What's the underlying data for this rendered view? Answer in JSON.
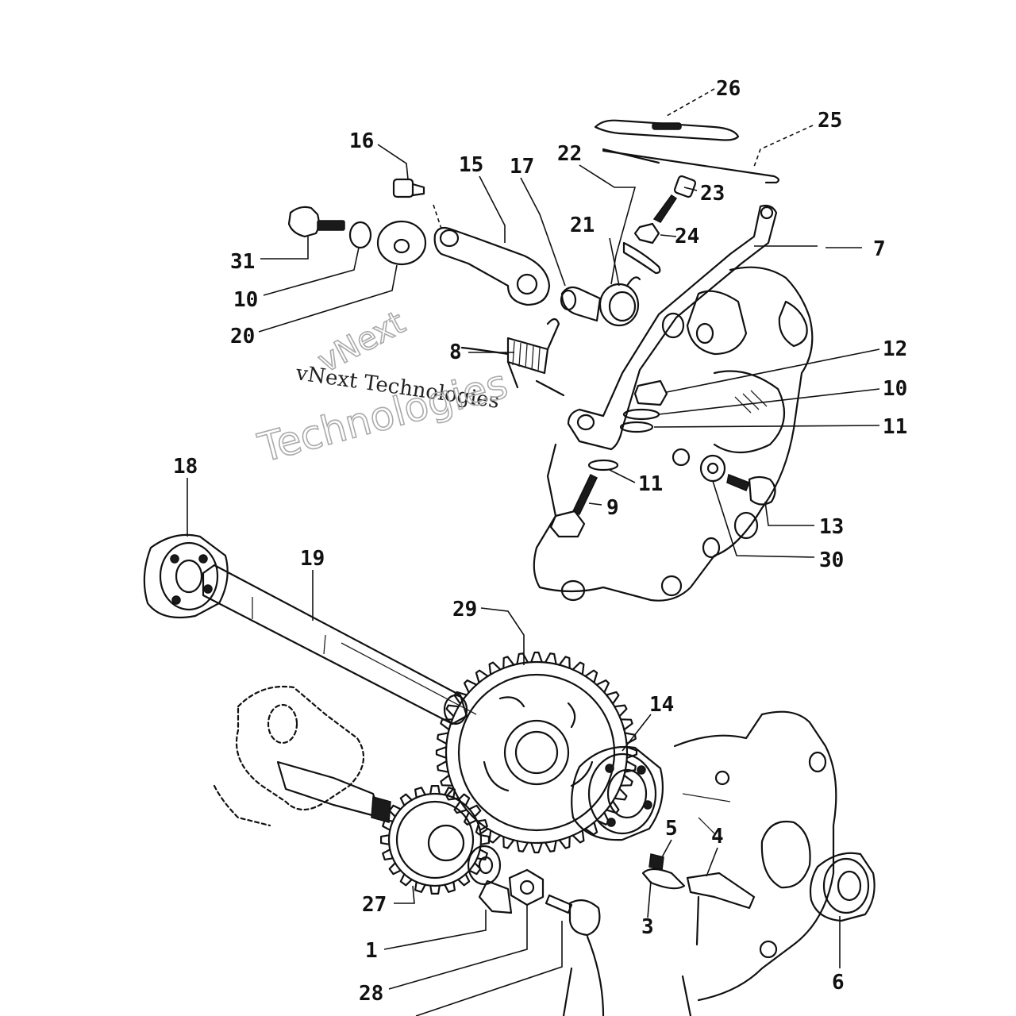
{
  "watermark": {
    "line1": "vNext",
    "line2": "vNext Technologies",
    "line3": "Technologies"
  },
  "callouts": [
    {
      "id": "c26",
      "label": "26"
    },
    {
      "id": "c25",
      "label": "25"
    },
    {
      "id": "c16",
      "label": "16"
    },
    {
      "id": "c15",
      "label": "15"
    },
    {
      "id": "c17",
      "label": "17"
    },
    {
      "id": "c22",
      "label": "22"
    },
    {
      "id": "c23",
      "label": "23"
    },
    {
      "id": "c21",
      "label": "21"
    },
    {
      "id": "c24",
      "label": "24"
    },
    {
      "id": "c31",
      "label": "31"
    },
    {
      "id": "c7",
      "label": "7"
    },
    {
      "id": "c10a",
      "label": "10"
    },
    {
      "id": "c20",
      "label": "20"
    },
    {
      "id": "c8",
      "label": "8"
    },
    {
      "id": "c12",
      "label": "12"
    },
    {
      "id": "c10b",
      "label": "10"
    },
    {
      "id": "c11a",
      "label": "11"
    },
    {
      "id": "c11b",
      "label": "11"
    },
    {
      "id": "c9",
      "label": "9"
    },
    {
      "id": "c13",
      "label": "13"
    },
    {
      "id": "c18",
      "label": "18"
    },
    {
      "id": "c19",
      "label": "19"
    },
    {
      "id": "c30",
      "label": "30"
    },
    {
      "id": "c29",
      "label": "29"
    },
    {
      "id": "c14",
      "label": "14"
    },
    {
      "id": "c5",
      "label": "5"
    },
    {
      "id": "c4",
      "label": "4"
    },
    {
      "id": "c27",
      "label": "27"
    },
    {
      "id": "c3",
      "label": "3"
    },
    {
      "id": "c1",
      "label": "1"
    },
    {
      "id": "c6",
      "label": "6"
    },
    {
      "id": "c28",
      "label": "28"
    }
  ]
}
